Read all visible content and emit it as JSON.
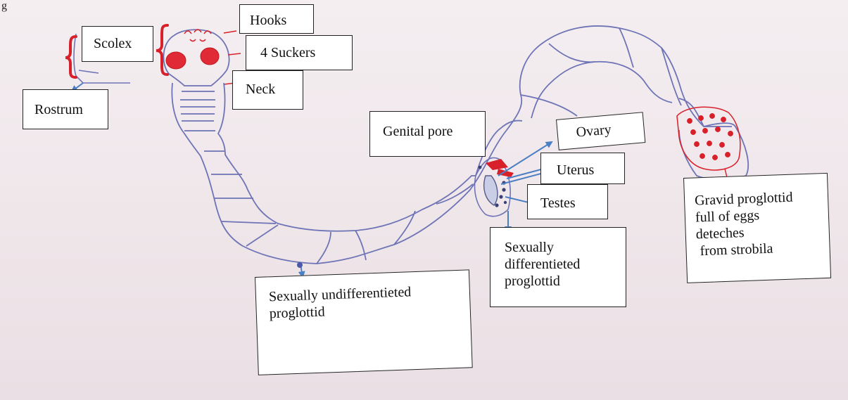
{
  "figure_label": "g",
  "labels": {
    "hooks": "Hooks",
    "scolex": "Scolex",
    "suckers": "4 Suckers",
    "neck": "Neck",
    "rostrum": "Rostrum",
    "genital_pore": "Genital pore",
    "ovary": "Ovary",
    "uterus": "Uterus",
    "testes": "Testes",
    "sexually_differentiated": [
      "Sexually",
      "differentieted",
      "proglottid"
    ],
    "sexually_undifferentiated": [
      "Sexually undifferentieted",
      "proglottid"
    ],
    "gravid": [
      "Gravid proglottid",
      "full of eggs",
      "deteches",
      " from strobila"
    ]
  },
  "colors": {
    "ink": "#6e74b5",
    "red": "#d8202a",
    "arrow": "#4a7fc4",
    "background": "#f1e8ec"
  }
}
